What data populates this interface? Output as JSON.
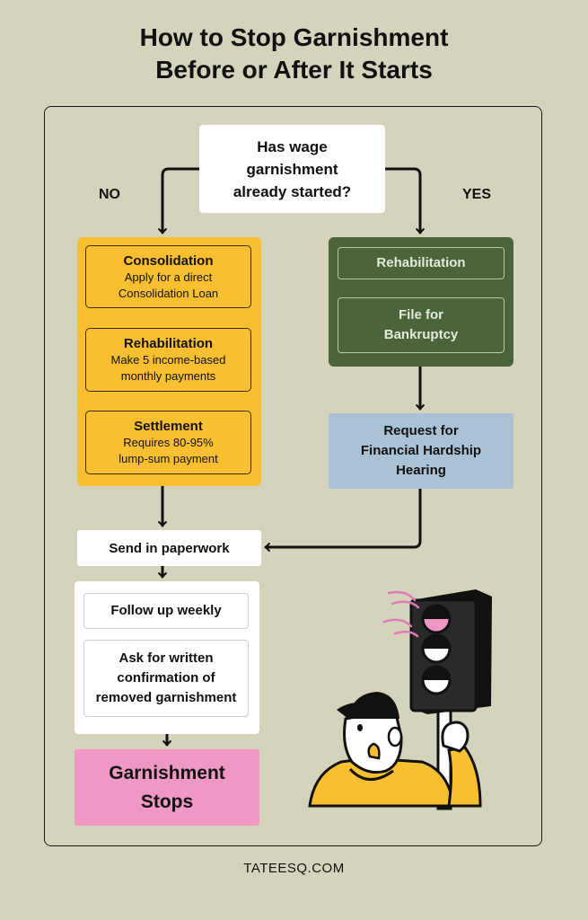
{
  "title": {
    "line1": "How to Stop Garnishment",
    "line2": "Before or After It Starts"
  },
  "question": {
    "line1": "Has wage",
    "line2": "garnishment",
    "line3": "already started?"
  },
  "branches": {
    "no": "NO",
    "yes": "YES"
  },
  "no_path": [
    {
      "heading": "Consolidation",
      "line1": "Apply for a direct",
      "line2": "Consolidation Loan"
    },
    {
      "heading": "Rehabilitation",
      "line1": "Make 5 income-based",
      "line2": "monthly payments"
    },
    {
      "heading": "Settlement",
      "line1": "Requires 80-95%",
      "line2": "lump-sum payment"
    }
  ],
  "yes_path": {
    "option1": "Rehabilitation",
    "option2_line1": "File for",
    "option2_line2": "Bankruptcy"
  },
  "hardship": {
    "line1": "Request for",
    "line2": "Financial Hardship",
    "line3": "Hearing"
  },
  "paperwork": "Send in paperwork",
  "follow_up": {
    "item1": "Follow up weekly",
    "item2_line1": "Ask for written",
    "item2_line2": "confirmation of",
    "item2_line3": "removed garnishment"
  },
  "result": {
    "line1": "Garnishment",
    "line2": "Stops"
  },
  "footer": "TATEESQ.COM",
  "colors": {
    "background": "#d5d3bc",
    "no_panel": "#f8c030",
    "yes_panel": "#4a653c",
    "hardship": "#a9c2d6",
    "result": "#ef98c6",
    "traffic_light_active": "#ef98c6"
  }
}
